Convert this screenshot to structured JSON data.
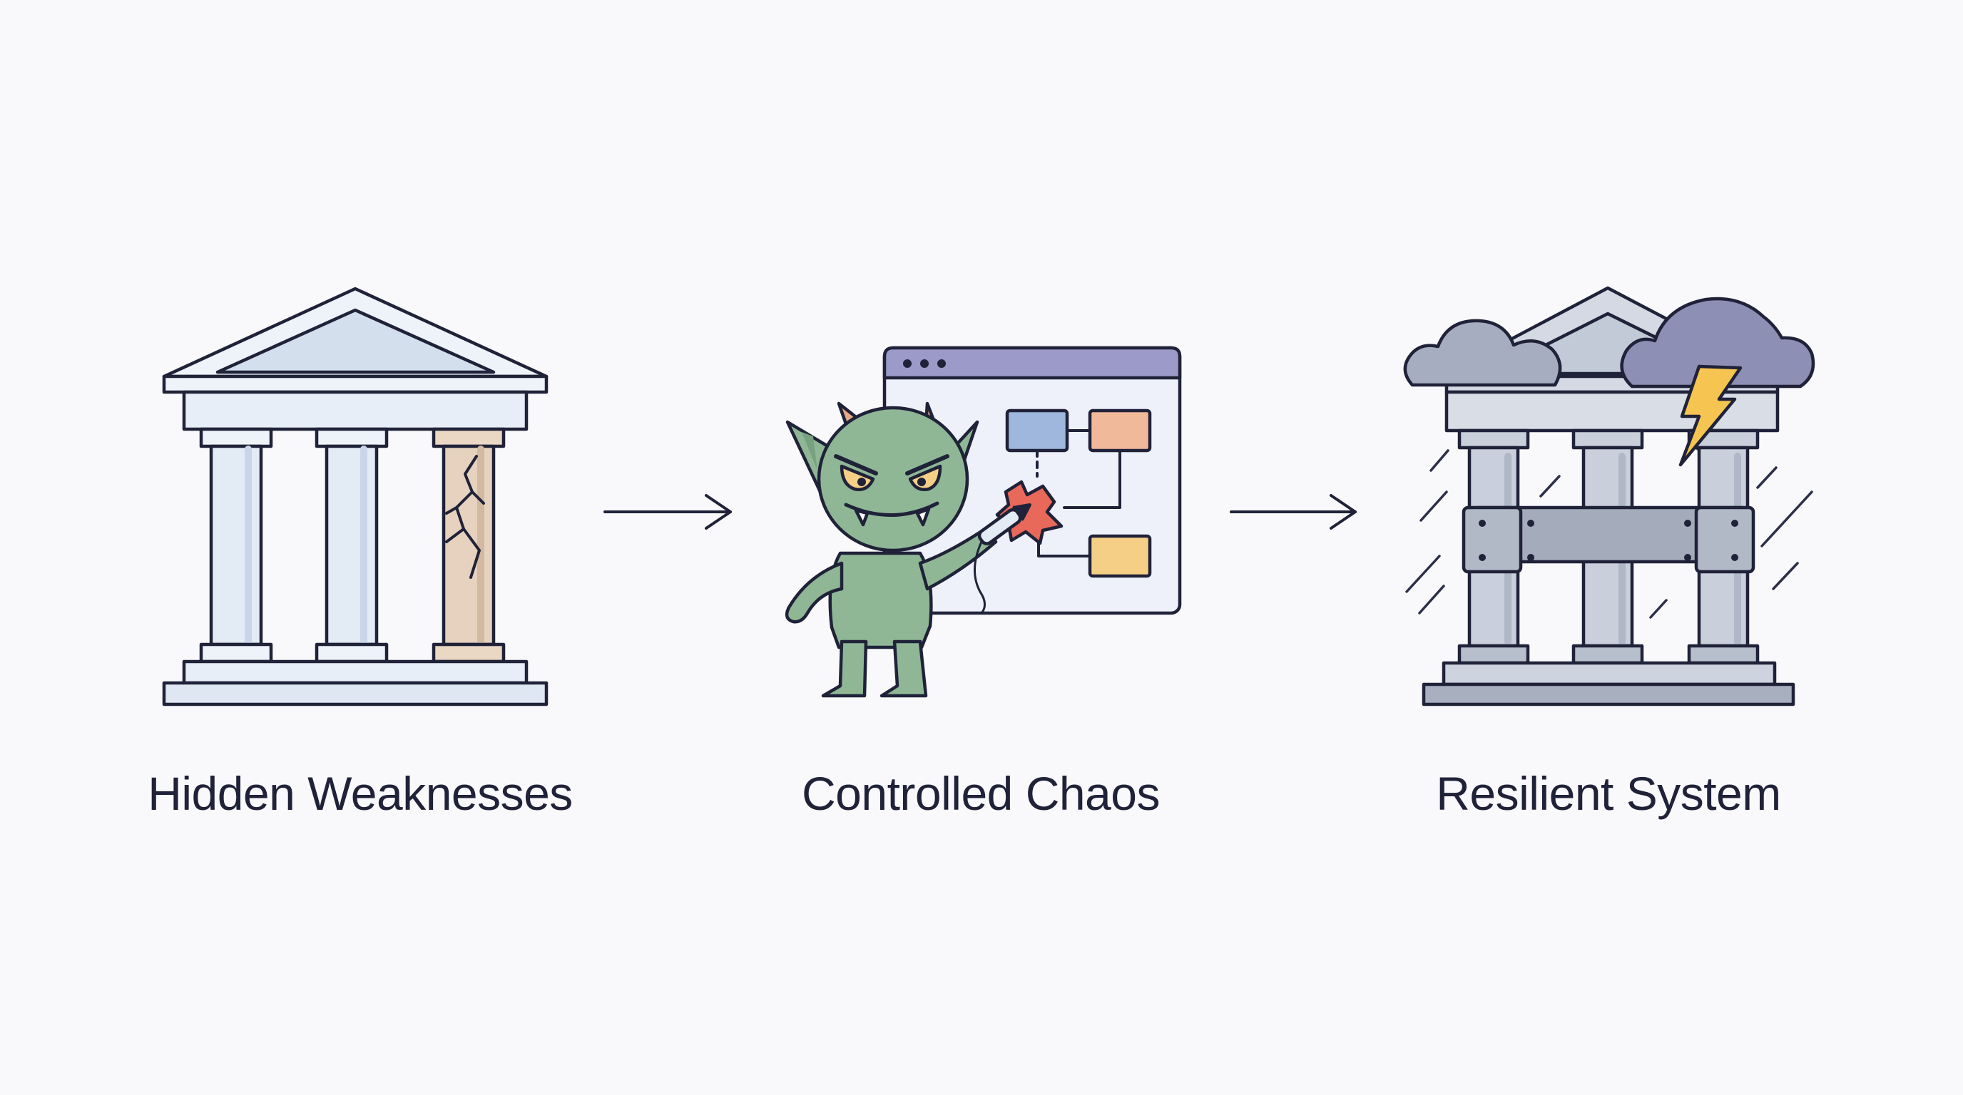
{
  "steps": [
    {
      "label": "Hidden Weaknesses",
      "icon": "cracked-temple-icon"
    },
    {
      "label": "Controlled Chaos",
      "icon": "chaos-gremlin-icon"
    },
    {
      "label": "Resilient System",
      "icon": "reinforced-temple-icon"
    }
  ],
  "connectors": [
    "arrow-right-icon",
    "arrow-right-icon"
  ],
  "colors": {
    "background": "#f9f9fb",
    "outline": "#1f2238",
    "pillar_fill": "#e3ebf5",
    "pillar_shade": "#c9d6ea",
    "cracked_pillar": "#e6d2be",
    "gremlin": "#8fb796",
    "gremlin_horn": "#e6a888",
    "window_bar": "#9b9ac8",
    "box_blue": "#9fb6dd",
    "box_orange": "#f0b99a",
    "box_yellow": "#f5cf86",
    "burst_red": "#e8685a",
    "steel": "#a4abba",
    "cloud": "#a7adc0",
    "storm_cloud": "#8e8fb4",
    "lightning": "#f5c451"
  }
}
